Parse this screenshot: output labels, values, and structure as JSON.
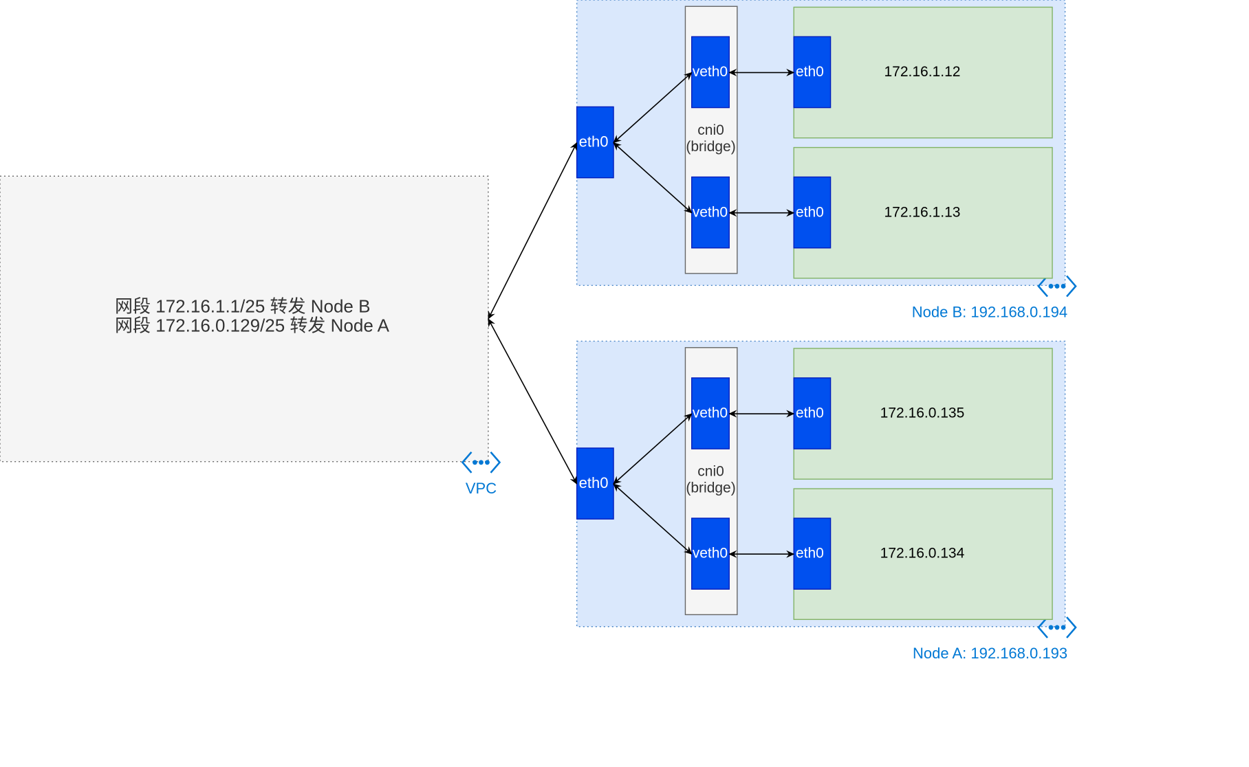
{
  "colors": {
    "vpc_fill": "#f5f5f5",
    "vpc_border": "#666666",
    "node_fill": "#dae8fc",
    "node_border": "#4a86c8",
    "bridge_fill": "#f5f5f5",
    "bridge_border": "#666666",
    "pod_fill": "#d5e8d4",
    "pod_border": "#82b366",
    "iface_fill": "#0050ef",
    "iface_border": "#001dbc",
    "iface_text": "#ffffff",
    "link": "#000000",
    "group_label": "#0078d4"
  },
  "vpc": {
    "icon": "vpc-icon",
    "label": "VPC",
    "routes": [
      "网段 172.16.1.1/25 转发 Node B",
      "网段 172.16.0.129/25 转发 Node A"
    ]
  },
  "nodes": [
    {
      "id": "node-b",
      "label": "Node B: 192.168.0.194",
      "icon": "vnet-icon",
      "host_iface": "eth0",
      "bridge": [
        "cni0",
        "(bridge)"
      ],
      "pods": [
        {
          "veth": "veth0",
          "iface": "eth0",
          "ip": "172.16.1.12"
        },
        {
          "veth": "veth0",
          "iface": "eth0",
          "ip": "172.16.1.13"
        }
      ]
    },
    {
      "id": "node-a",
      "label": "Node A: 192.168.0.193",
      "icon": "vnet-icon",
      "host_iface": "eth0",
      "bridge": [
        "cni0",
        "(bridge)"
      ],
      "pods": [
        {
          "veth": "veth0",
          "iface": "eth0",
          "ip": "172.16.0.135"
        },
        {
          "veth": "veth0",
          "iface": "eth0",
          "ip": "172.16.0.134"
        }
      ]
    }
  ]
}
